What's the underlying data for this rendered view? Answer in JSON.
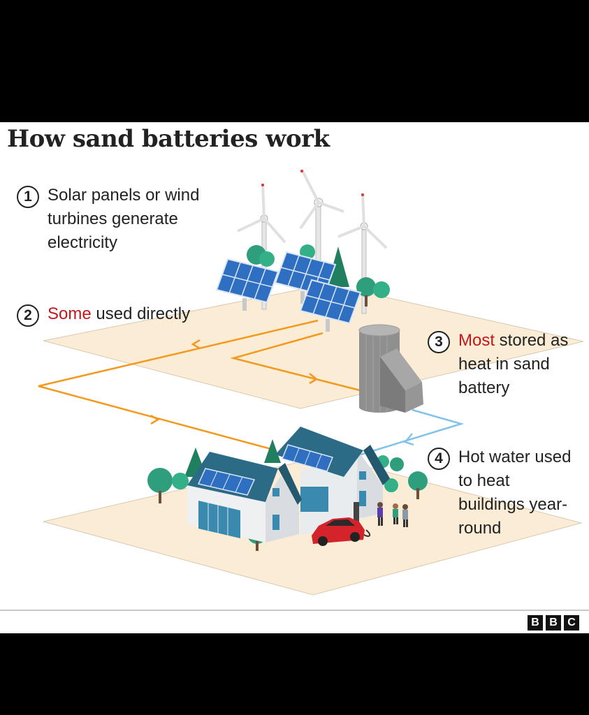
{
  "title": "How sand batteries work",
  "steps": [
    {
      "number": "1",
      "highlight": "",
      "text": "Solar panels or wind turbines generate electricity"
    },
    {
      "number": "2",
      "highlight": "Some",
      "text": " used directly"
    },
    {
      "number": "3",
      "highlight": "Most",
      "text": " stored as heat in sand battery"
    },
    {
      "number": "4",
      "highlight": "",
      "text": "Hot water used to heat buildings year-round"
    }
  ],
  "logo": {
    "letters": [
      "B",
      "B",
      "C"
    ]
  },
  "colors": {
    "background": "#ffffff",
    "ground": "#fbecd6",
    "electricity_line": "#f39a1e",
    "hot_water_line": "#7fc3ea",
    "highlight_text": "#c4171c",
    "roof": "#2b6b86",
    "solar_panel": "#2f6fc2",
    "tree": "#2e9e7c",
    "car": "#d4232a"
  },
  "icons": [
    "wind-turbine-icon",
    "solar-panel-icon",
    "tree-icon",
    "sand-battery-icon",
    "house-icon",
    "electric-car-icon",
    "ev-charger-icon",
    "person-icon"
  ]
}
